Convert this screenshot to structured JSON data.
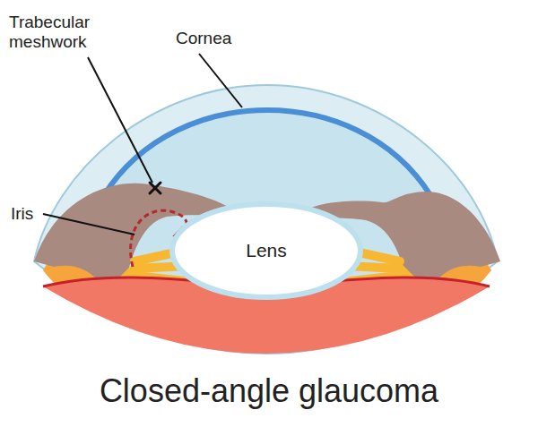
{
  "diagram": {
    "title": "Closed-angle glaucoma",
    "nodes": [
      {
        "text": [
          "Lens"
        ]
      }
    ],
    "labels": [
      "Cornea",
      "Trabecular meshwork",
      "Iris"
    ]
  }
}
